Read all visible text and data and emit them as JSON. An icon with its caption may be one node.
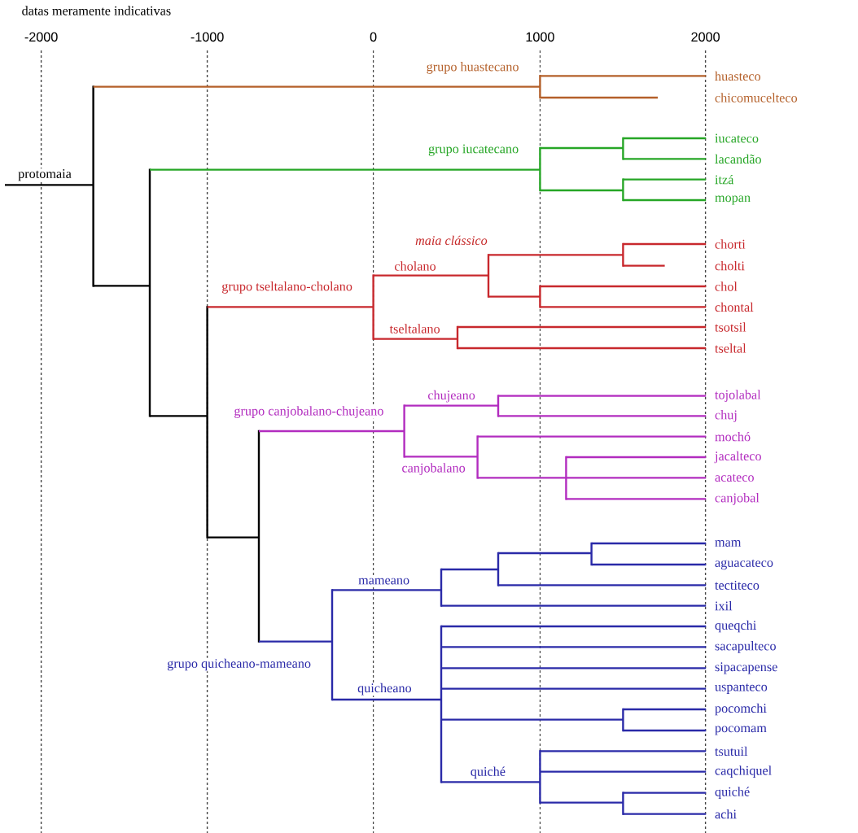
{
  "diagram": {
    "nodes": [
      {
        "text": [
          "huasteco"
        ]
      },
      {
        "text": [
          "chicomucelteco"
        ]
      },
      {
        "text": [
          "iucateco"
        ]
      },
      {
        "text": [
          "lacandão"
        ]
      },
      {
        "text": [
          "itzá"
        ]
      },
      {
        "text": [
          "mopan"
        ]
      },
      {
        "text": [
          "chorti"
        ]
      },
      {
        "text": [
          "cholti"
        ]
      },
      {
        "text": [
          "chol"
        ]
      },
      {
        "text": [
          "chontal"
        ]
      },
      {
        "text": [
          "tsotsil"
        ]
      },
      {
        "text": [
          "tseltal"
        ]
      },
      {
        "text": [
          "tojolabal"
        ]
      },
      {
        "text": [
          "chuj"
        ]
      },
      {
        "text": [
          "mochó"
        ]
      },
      {
        "text": [
          "jacalteco"
        ]
      },
      {
        "text": [
          "acateco"
        ]
      },
      {
        "text": [
          "canjobal"
        ]
      },
      {
        "text": [
          "mam"
        ]
      },
      {
        "text": [
          "aguacateco"
        ]
      },
      {
        "text": [
          "tectiteco"
        ]
      },
      {
        "text": [
          "ixil"
        ]
      },
      {
        "text": [
          "queqchi"
        ]
      },
      {
        "text": [
          "sacapulteco"
        ]
      },
      {
        "text": [
          "sipacapense"
        ]
      },
      {
        "text": [
          "uspanteco"
        ]
      },
      {
        "text": [
          "pocomchi"
        ]
      },
      {
        "text": [
          "pocomam"
        ]
      },
      {
        "text": [
          "tsutuil"
        ]
      },
      {
        "text": [
          "caqchiquel"
        ]
      },
      {
        "text": [
          "quiché"
        ]
      },
      {
        "text": [
          "achi"
        ]
      },
      {
        "text": [],
        "shape": "bar"
      },
      {
        "text": [],
        "shape": "bar"
      },
      {
        "text": [],
        "shape": "bar"
      },
      {
        "text": [],
        "shape": "bar"
      },
      {
        "text": [],
        "shape": "bar"
      },
      {
        "text": [],
        "shape": "bar"
      },
      {
        "text": [],
        "shape": "bar"
      },
      {
        "text": [],
        "shape": "bar"
      },
      {
        "text": [],
        "shape": "bar"
      },
      {
        "text": [],
        "shape": "bar"
      },
      {
        "text": [],
        "shape": "bar"
      },
      {
        "text": [],
        "shape": "bar"
      },
      {
        "text": [],
        "shape": "bar"
      },
      {
        "text": [],
        "shape": "bar"
      },
      {
        "text": [],
        "shape": "bar"
      },
      {
        "text": [],
        "shape": "bar"
      },
      {
        "text": [],
        "shape": "bar"
      },
      {
        "text": [],
        "shape": "bar"
      },
      {
        "text": [],
        "shape": "bar"
      },
      {
        "text": [],
        "shape": "bar"
      },
      {
        "text": [],
        "shape": "bar"
      },
      {
        "text": [],
        "shape": "bar"
      },
      {
        "text": [],
        "shape": "bar"
      },
      {
        "text": [],
        "shape": "bar"
      },
      {
        "text": [],
        "shape": "bar"
      }
    ],
    "edges": [
      {
        "from": null,
        "to": 32,
        "arrow": "none",
        "label": "protomaia",
        "color": "#000000"
      },
      {
        "from": 32,
        "to": 36,
        "arrow": "none",
        "label": "grupo huastecano",
        "color": "#b4602a"
      },
      {
        "from": 32,
        "to": 33,
        "arrow": "none",
        "color": "#000000"
      },
      {
        "from": 36,
        "to": 0,
        "arrow": "none",
        "color": "#b4602a"
      },
      {
        "from": 36,
        "to": 1,
        "arrow": "none",
        "color": "#b4602a"
      },
      {
        "from": 33,
        "to": 37,
        "arrow": "none",
        "label": "grupo iucatecano",
        "color": "#26a626"
      },
      {
        "from": 33,
        "to": 34,
        "arrow": "none",
        "color": "#000000"
      },
      {
        "from": 37,
        "to": 38,
        "arrow": "none",
        "color": "#26a626"
      },
      {
        "from": 37,
        "to": 39,
        "arrow": "none",
        "color": "#26a626"
      },
      {
        "from": 38,
        "to": 2,
        "arrow": "none",
        "color": "#26a626"
      },
      {
        "from": 38,
        "to": 3,
        "arrow": "none",
        "color": "#26a626"
      },
      {
        "from": 39,
        "to": 4,
        "arrow": "none",
        "color": "#26a626"
      },
      {
        "from": 39,
        "to": 5,
        "arrow": "none",
        "color": "#26a626"
      },
      {
        "from": 34,
        "to": 40,
        "arrow": "none",
        "label": "grupo tseltalano-cholano",
        "color": "#c8282d"
      },
      {
        "from": 34,
        "to": 35,
        "arrow": "none",
        "color": "#000000"
      },
      {
        "from": 40,
        "to": 41,
        "arrow": "none",
        "label": "cholano",
        "color": "#c8282d"
      },
      {
        "from": 40,
        "to": 44,
        "arrow": "none",
        "label": "tseltalano",
        "color": "#c8282d"
      },
      {
        "from": 41,
        "to": 42,
        "arrow": "none",
        "color": "#c8282d"
      },
      {
        "from": 41,
        "to": 43,
        "arrow": "none",
        "color": "#c8282d"
      },
      {
        "from": 42,
        "to": 6,
        "arrow": "none",
        "color": "#c8282d"
      },
      {
        "from": 42,
        "to": 7,
        "arrow": "none",
        "color": "#c8282d"
      },
      {
        "from": 43,
        "to": 8,
        "arrow": "none",
        "color": "#c8282d"
      },
      {
        "from": 43,
        "to": 9,
        "arrow": "none",
        "color": "#c8282d"
      },
      {
        "from": 44,
        "to": 10,
        "arrow": "none",
        "color": "#c8282d"
      },
      {
        "from": 44,
        "to": 11,
        "arrow": "none",
        "color": "#c8282d"
      },
      {
        "from": 35,
        "to": 45,
        "arrow": "none",
        "label": "grupo canjobalano-chujeano",
        "color": "#b22cbf"
      },
      {
        "from": 35,
        "to": 49,
        "arrow": "none",
        "label": "grupo quicheano-mameano",
        "color": "#2a2aa8"
      },
      {
        "from": 45,
        "to": 46,
        "arrow": "none",
        "label": "chujeano",
        "color": "#b22cbf"
      },
      {
        "from": 45,
        "to": 47,
        "arrow": "none",
        "label": "canjobalano",
        "color": "#b22cbf"
      },
      {
        "from": 46,
        "to": 12,
        "arrow": "none",
        "color": "#b22cbf"
      },
      {
        "from": 46,
        "to": 13,
        "arrow": "none",
        "color": "#b22cbf"
      },
      {
        "from": 47,
        "to": 14,
        "arrow": "none",
        "color": "#b22cbf"
      },
      {
        "from": 47,
        "to": 48,
        "arrow": "none",
        "color": "#b22cbf"
      },
      {
        "from": 48,
        "to": 15,
        "arrow": "none",
        "color": "#b22cbf"
      },
      {
        "from": 48,
        "to": 16,
        "arrow": "none",
        "color": "#b22cbf"
      },
      {
        "from": 48,
        "to": 17,
        "arrow": "none",
        "color": "#b22cbf"
      },
      {
        "from": 49,
        "to": 50,
        "arrow": "none",
        "label": "mameano",
        "color": "#2a2aa8"
      },
      {
        "from": 49,
        "to": 53,
        "arrow": "none",
        "label": "quicheano",
        "color": "#2a2aa8"
      },
      {
        "from": 50,
        "to": 51,
        "arrow": "none",
        "color": "#2a2aa8"
      },
      {
        "from": 50,
        "to": 21,
        "arrow": "none",
        "color": "#2a2aa8"
      },
      {
        "from": 51,
        "to": 52,
        "arrow": "none",
        "color": "#2a2aa8"
      },
      {
        "from": 51,
        "to": 20,
        "arrow": "none",
        "color": "#2a2aa8"
      },
      {
        "from": 52,
        "to": 18,
        "arrow": "none",
        "color": "#2a2aa8"
      },
      {
        "from": 52,
        "to": 19,
        "arrow": "none",
        "color": "#2a2aa8"
      },
      {
        "from": 53,
        "to": 22,
        "arrow": "none",
        "color": "#2a2aa8"
      },
      {
        "from": 53,
        "to": 23,
        "arrow": "none",
        "color": "#2a2aa8"
      },
      {
        "from": 53,
        "to": 24,
        "arrow": "none",
        "color": "#2a2aa8"
      },
      {
        "from": 53,
        "to": 25,
        "arrow": "none",
        "color": "#2a2aa8"
      },
      {
        "from": 53,
        "to": 54,
        "arrow": "none",
        "color": "#2a2aa8"
      },
      {
        "from": 53,
        "to": 55,
        "arrow": "none",
        "label": "quiché",
        "color": "#2a2aa8"
      },
      {
        "from": 54,
        "to": 26,
        "arrow": "none",
        "color": "#2a2aa8"
      },
      {
        "from": 54,
        "to": 27,
        "arrow": "none",
        "color": "#2a2aa8"
      },
      {
        "from": 55,
        "to": 28,
        "arrow": "none",
        "color": "#2a2aa8"
      },
      {
        "from": 55,
        "to": 29,
        "arrow": "none",
        "color": "#2a2aa8"
      },
      {
        "from": 55,
        "to": 56,
        "arrow": "none",
        "color": "#2a2aa8"
      },
      {
        "from": 56,
        "to": 30,
        "arrow": "none",
        "color": "#2a2aa8"
      },
      {
        "from": 56,
        "to": 31,
        "arrow": "none",
        "color": "#2a2aa8"
      }
    ],
    "labels": [
      "datas meramente indicativas",
      "-2000",
      "-1000",
      "0",
      "1000",
      "2000",
      "maia clássico"
    ]
  }
}
